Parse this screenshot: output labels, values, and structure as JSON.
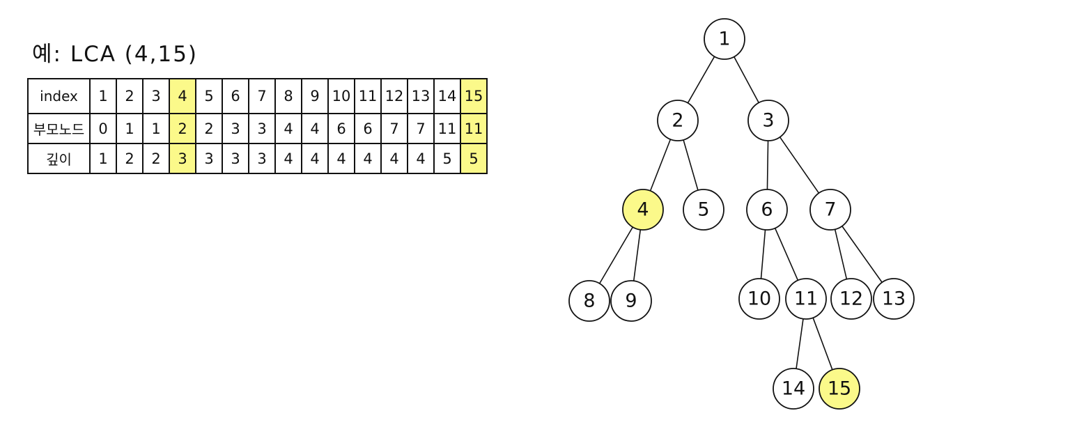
{
  "title": "예: LCA (4,15)",
  "table": {
    "row_labels": [
      "index",
      "부모노드",
      "깊이"
    ],
    "index": [
      "1",
      "2",
      "3",
      "4",
      "5",
      "6",
      "7",
      "8",
      "9",
      "10",
      "11",
      "12",
      "13",
      "14",
      "15"
    ],
    "parent": [
      "0",
      "1",
      "1",
      "2",
      "2",
      "3",
      "3",
      "4",
      "4",
      "6",
      "6",
      "7",
      "7",
      "11",
      "11"
    ],
    "depth": [
      "1",
      "2",
      "2",
      "3",
      "3",
      "3",
      "3",
      "4",
      "4",
      "4",
      "4",
      "4",
      "4",
      "5",
      "5"
    ],
    "highlighted_columns": [
      "4",
      "15"
    ]
  },
  "tree": {
    "nodes": [
      {
        "id": "1",
        "label": "1",
        "highlighted": false
      },
      {
        "id": "2",
        "label": "2",
        "highlighted": false
      },
      {
        "id": "3",
        "label": "3",
        "highlighted": false
      },
      {
        "id": "4",
        "label": "4",
        "highlighted": true
      },
      {
        "id": "5",
        "label": "5",
        "highlighted": false
      },
      {
        "id": "6",
        "label": "6",
        "highlighted": false
      },
      {
        "id": "7",
        "label": "7",
        "highlighted": false
      },
      {
        "id": "8",
        "label": "8",
        "highlighted": false
      },
      {
        "id": "9",
        "label": "9",
        "highlighted": false
      },
      {
        "id": "10",
        "label": "10",
        "highlighted": false
      },
      {
        "id": "11",
        "label": "11",
        "highlighted": false
      },
      {
        "id": "12",
        "label": "12",
        "highlighted": false
      },
      {
        "id": "13",
        "label": "13",
        "highlighted": false
      },
      {
        "id": "14",
        "label": "14",
        "highlighted": false
      },
      {
        "id": "15",
        "label": "15",
        "highlighted": true
      }
    ],
    "edges": [
      [
        "1",
        "2"
      ],
      [
        "1",
        "3"
      ],
      [
        "2",
        "4"
      ],
      [
        "2",
        "5"
      ],
      [
        "3",
        "6"
      ],
      [
        "3",
        "7"
      ],
      [
        "4",
        "8"
      ],
      [
        "4",
        "9"
      ],
      [
        "6",
        "10"
      ],
      [
        "6",
        "11"
      ],
      [
        "7",
        "12"
      ],
      [
        "7",
        "13"
      ],
      [
        "11",
        "14"
      ],
      [
        "11",
        "15"
      ]
    ],
    "highlight_color": "#fbf98a"
  }
}
